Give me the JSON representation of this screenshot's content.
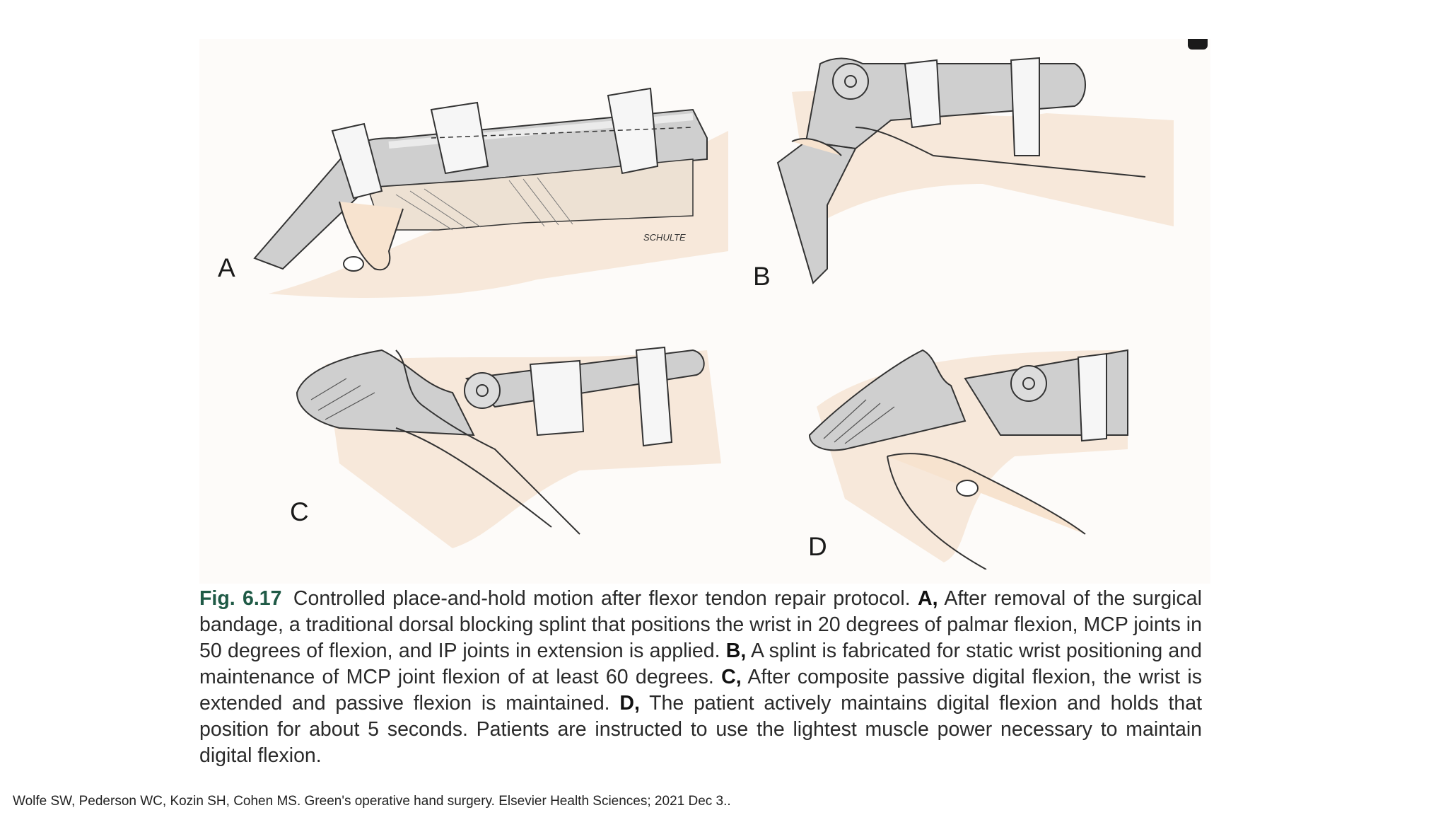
{
  "figure": {
    "panels": [
      {
        "label": "A"
      },
      {
        "label": "B"
      },
      {
        "label": "C"
      },
      {
        "label": "D"
      }
    ],
    "artist_signature": "SCHULTE"
  },
  "caption": {
    "fig_number": "Fig. 6.17",
    "intro": "Controlled place-and-hold motion after flexor tendon repair protocol.",
    "a_label": "A,",
    "a_text": "After removal of the surgical bandage, a traditional dorsal blocking splint that positions the wrist in 20 degrees of palmar flexion, MCP joints in 50 degrees of flexion, and IP joints in extension is applied.",
    "b_label": "B,",
    "b_text": "A splint is fabricated for static wrist positioning and maintenance of MCP joint flexion of at least 60 degrees.",
    "c_label": "C,",
    "c_text": "After composite passive digital flexion, the wrist is extended and passive flexion is maintained.",
    "d_label": "D,",
    "d_text": "The patient actively maintains digital flexion and holds that position for about 5 seconds. Patients are instructed to use the lightest muscle power necessary to maintain digital flexion."
  },
  "citation": "Wolfe SW, Pederson WC, Kozin SH, Cohen MS. Green's operative hand surgery. Elsevier Health Sciences; 2021 Dec 3.."
}
